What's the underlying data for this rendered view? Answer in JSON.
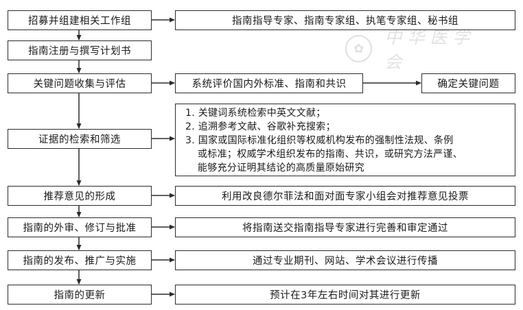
{
  "watermark": {
    "emblem_icon": "society-emblem-icon",
    "text": "中华医学会"
  },
  "steps": [
    {
      "label": "招募并组建相关工作组",
      "detail": "指南指导专家、指南专家组、执笔专家组、秘书组"
    },
    {
      "label": "指南注册与撰写计划书"
    },
    {
      "label": "关键问题收集与评估",
      "detail": "系统评价国内外标准、指南和共识",
      "outcome": "确定关键问题"
    },
    {
      "label": "证据的检索和筛选",
      "detail_items": [
        "1. 关键词系统检索中英文文献；",
        "2. 追溯参考文献、谷歌补充搜索；",
        "3. 国家或国际标准化组织等权威机构发布的强制性法规、条例"
      ],
      "detail_continuation": [
        "或标准；权威学术组织发布的指南、共识，或研究方法严谨、",
        "能够充分证明其结论的高质量原始研究"
      ]
    },
    {
      "label": "推荐意见的形成",
      "detail": "利用改良德尔菲法和面对面专家小组会对推荐意见投票"
    },
    {
      "label": "指南的外审、修订与批准",
      "detail": "将指南送交指南指导专家进行完善和审定通过"
    },
    {
      "label": "指南的发布、推广与实施",
      "detail": "通过专业期刊、网站、学术会议进行传播"
    },
    {
      "label": "指南的更新",
      "detail": "预计在3年左右时间对其进行更新"
    }
  ]
}
